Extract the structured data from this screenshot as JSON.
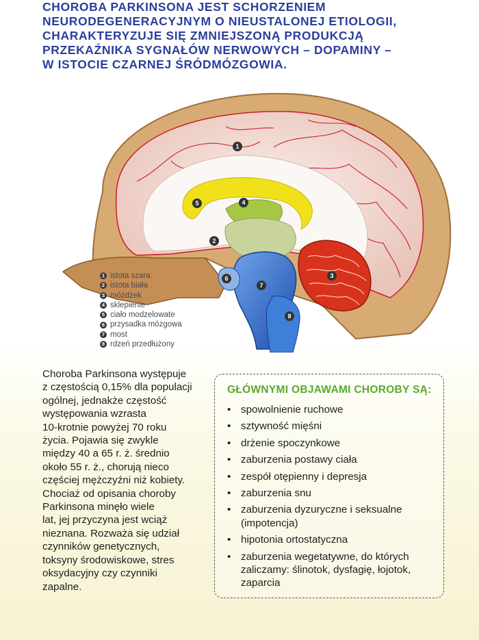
{
  "title_lines": [
    "CHOROBA PARKINSONA JEST SCHORZENIEM",
    "NEURODEGENERACYJNYM O NIEUSTALONEJ ETIOLOGII,",
    "CHARAKTERYZUJE SIĘ ZMNIEJSZONĄ PRODUKCJĄ",
    "PRZEKAŹNIKA SYGNAŁÓW NERWOWYCH – DOPAMINY –",
    "W ISTOCIE CZARNEJ ŚRÓDMÓZGOWIA."
  ],
  "figure": {
    "markers": [
      "1",
      "2",
      "3",
      "4",
      "5",
      "6",
      "7",
      "8"
    ],
    "legend": [
      {
        "num": "1",
        "label": "istota szara"
      },
      {
        "num": "2",
        "label": "istota biała"
      },
      {
        "num": "3",
        "label": "móżdżek"
      },
      {
        "num": "4",
        "label": "sklepienie"
      },
      {
        "num": "5",
        "label": "ciało modzelowate"
      },
      {
        "num": "6",
        "label": "przysadka mózgowa"
      },
      {
        "num": "7",
        "label": "most"
      },
      {
        "num": "8",
        "label": "rdzeń przedłużony"
      }
    ]
  },
  "body_lines": [
    "Choroba Parkinsona występuje",
    "z częstością 0,15% dla populacji",
    "ogólnej, jednakże częstość",
    "występowania wzrasta",
    "10-krotnie powyżej 70 roku",
    "życia. Pojawia się zwykle",
    "między 40 a 65 r. ż. średnio",
    "około 55 r. ż., chorują nieco",
    "częściej mężczyźni niż kobiety.",
    "Chociaż od opisania choroby",
    "Parkinsona minęło wiele",
    "lat, jej przyczyna jest wciąż",
    "nieznana. Rozważa się udział",
    "czynników genetycznych,",
    "toksyny środowiskowe, stres",
    "oksydacyjny czy czynniki",
    "zapalne."
  ],
  "symptoms": {
    "title": "GŁÓWNYMI OBJAWAMI CHOROBY SĄ:",
    "items": [
      {
        "lines": [
          "spowolnienie ruchowe"
        ]
      },
      {
        "lines": [
          "sztywność mięśni"
        ]
      },
      {
        "lines": [
          "drżenie spoczynkowe"
        ]
      },
      {
        "lines": [
          "zaburzenia postawy ciała"
        ]
      },
      {
        "lines": [
          "zespół otępienny i depresja"
        ]
      },
      {
        "lines": [
          "zaburzenia snu"
        ]
      },
      {
        "lines": [
          "zaburzenia dyzuryczne i seksualne",
          "(impotencja)"
        ]
      },
      {
        "lines": [
          "hipotonia ortostatyczna"
        ]
      },
      {
        "lines": [
          "zaburzenia wegetatywne, do których",
          "zaliczamy: ślinotok, dysfagię, łojotok,",
          "zaparcia"
        ]
      }
    ]
  },
  "colors": {
    "title": "#2b3f9c",
    "symptoms_title": "#5aa830",
    "skull": "#d9ab74",
    "gray_matter": "#f2d6cf",
    "vessels": "#c81e2a",
    "corpus_callosum": "#f1e11a",
    "fornix": "#a6c845",
    "brainstem": "#2f6fd0",
    "cerebellum": "#d9321c"
  }
}
